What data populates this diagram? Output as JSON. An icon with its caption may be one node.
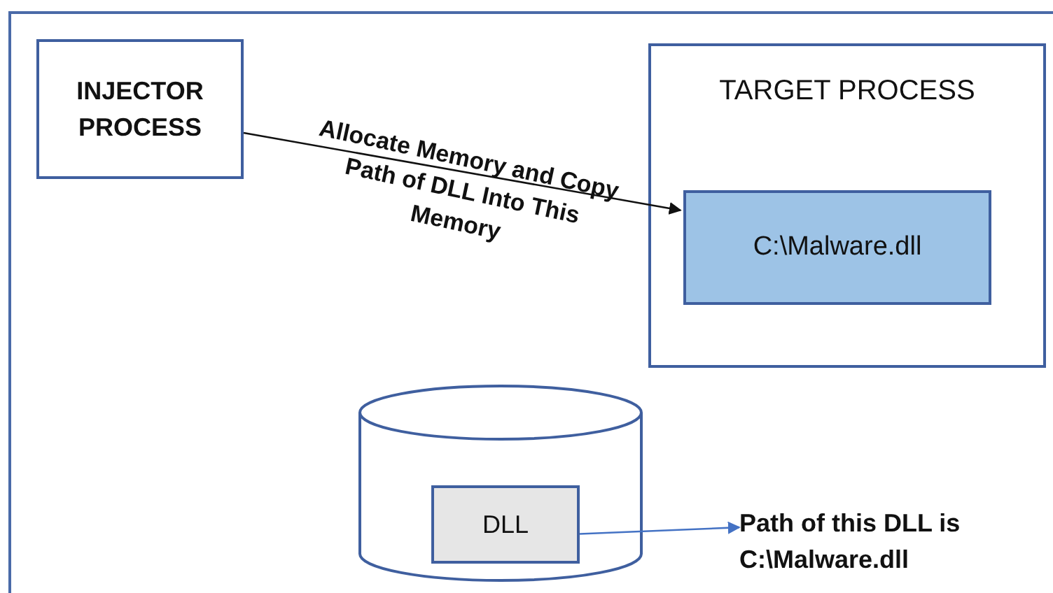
{
  "diagram": {
    "nodes": [
      {
        "text": [
          "INJECTOR PROCESS"
        ]
      },
      {
        "text": [
          "TARGET PROCESS"
        ]
      },
      {
        "text": [
          "C:\\Malware.dll"
        ],
        "in": 1
      },
      {
        "text": [],
        "shape": "cylinder"
      },
      {
        "text": [
          "DLL"
        ],
        "in": 3
      },
      {
        "text": [
          "Path of this DLL is C:\\Malware.dll"
        ]
      }
    ],
    "edges": [
      {
        "from": 0,
        "to": 2,
        "arrow": "to",
        "label": "Allocate Memory and Copy Path of DLL Into This Memory"
      },
      {
        "from": 4,
        "to": 5,
        "arrow": "to",
        "color": "#4472c4"
      }
    ]
  }
}
